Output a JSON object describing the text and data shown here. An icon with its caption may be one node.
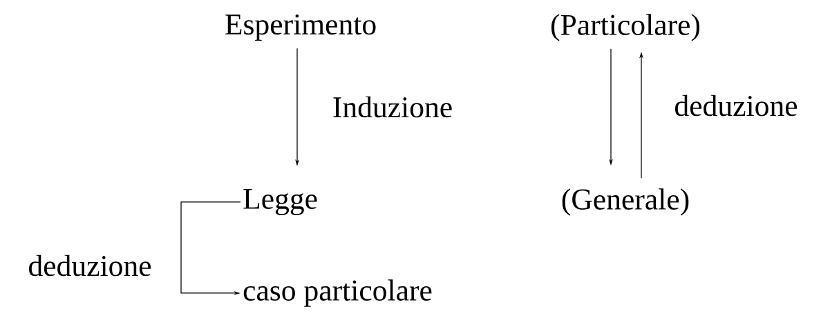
{
  "diagram": {
    "nodes": [
      {
        "text": [
          "Esperimento"
        ]
      },
      {
        "text": [
          "Legge"
        ]
      },
      {
        "text": [
          "caso particolare"
        ]
      },
      {
        "text": [
          "(Particolare)"
        ]
      },
      {
        "text": [
          "(Generale)"
        ]
      }
    ],
    "edges": [
      {
        "from": 0,
        "to": 1,
        "arrow": "to",
        "label": "Induzione"
      },
      {
        "from": 1,
        "to": 2,
        "arrow": "to",
        "label": "deduzione"
      },
      {
        "from": 3,
        "to": 4,
        "arrow": "to"
      },
      {
        "from": 4,
        "to": 3,
        "arrow": "to",
        "label": "deduzione"
      }
    ]
  }
}
